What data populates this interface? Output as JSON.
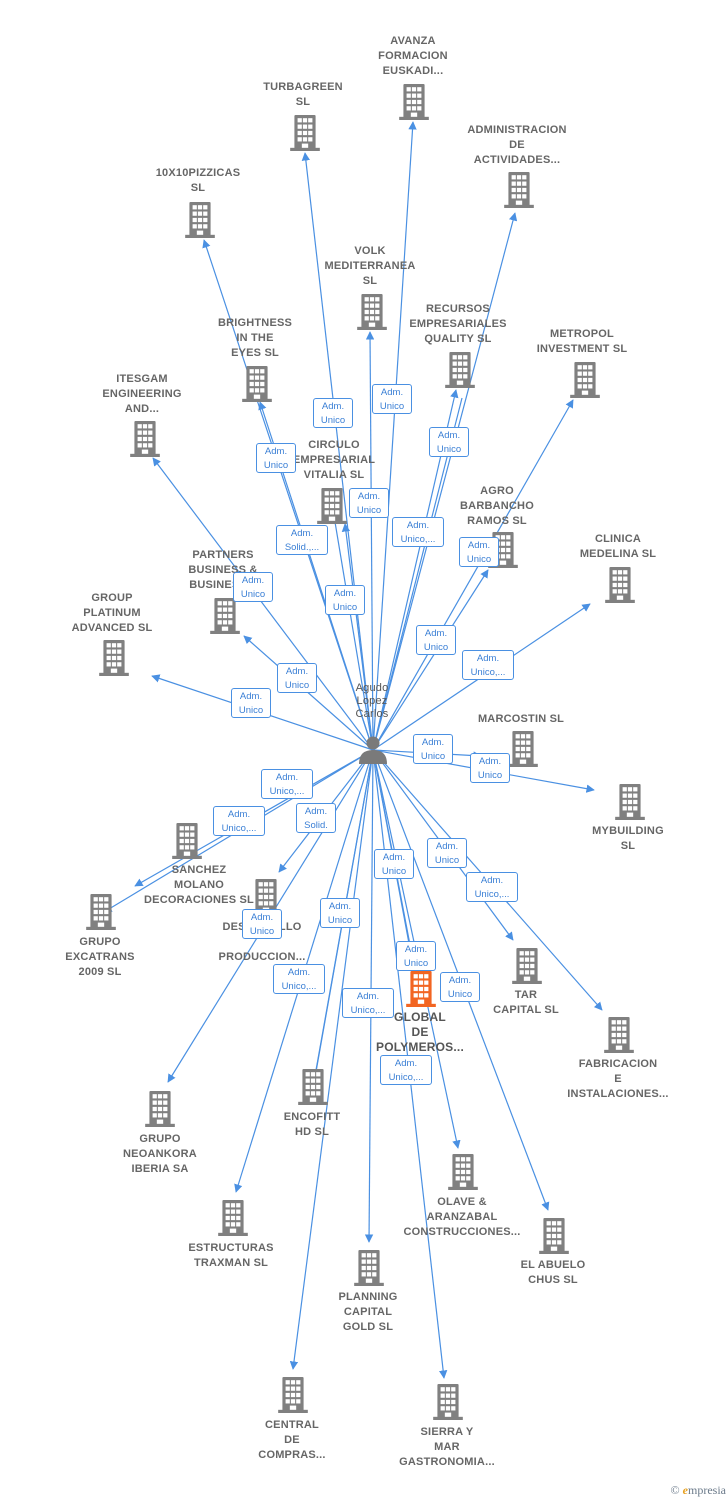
{
  "colors": {
    "edge": "#4a90e2",
    "building": "#808080",
    "focus_building": "#f26522",
    "person": "#7a7a7a"
  },
  "center": {
    "name_lines": [
      "Agudo",
      "Lopez",
      "Carlos"
    ],
    "icon": "person-icon"
  },
  "nodes": [
    {
      "id": "avanza",
      "lines": [
        "AVANZA",
        "FORMACION",
        "EUSKADI..."
      ]
    },
    {
      "id": "turbagreen",
      "lines": [
        "TURBAGREEN",
        "SL"
      ]
    },
    {
      "id": "administracion",
      "lines": [
        "ADMINISTRACION",
        "DE",
        "ACTIVIDADES..."
      ]
    },
    {
      "id": "10x10",
      "lines": [
        "10X10PIZZICAS",
        "SL"
      ]
    },
    {
      "id": "volk",
      "lines": [
        "VOLK",
        "MEDITERRANEA",
        "SL"
      ]
    },
    {
      "id": "recursos",
      "lines": [
        "RECURSOS",
        "EMPRESARIALES",
        "QUALITY  SL"
      ]
    },
    {
      "id": "brightness",
      "lines": [
        "BRIGHTNESS",
        "IN THE",
        "EYES  SL"
      ]
    },
    {
      "id": "metropol",
      "lines": [
        "METROPOL",
        "INVESTMENT SL"
      ]
    },
    {
      "id": "itesgam",
      "lines": [
        "ITESGAM",
        "ENGINEERING",
        "AND..."
      ]
    },
    {
      "id": "circulo",
      "lines": [
        "CIRCULO",
        "EMPRESARIAL",
        "VITALIA  SL"
      ]
    },
    {
      "id": "agro",
      "lines": [
        "AGRO",
        "BARBANCHO",
        "RAMOS  SL"
      ]
    },
    {
      "id": "clinica",
      "lines": [
        "CLINICA",
        "MEDELINA  SL"
      ]
    },
    {
      "id": "partners",
      "lines": [
        "PARTNERS",
        "BUSINESS &",
        "BUSINESS..."
      ]
    },
    {
      "id": "group_platinum",
      "lines": [
        "GROUP",
        "PLATINUM",
        "ADVANCED  SL"
      ]
    },
    {
      "id": "marcostin",
      "lines": [
        "MARCOSTIN SL"
      ]
    },
    {
      "id": "mybuilding",
      "lines": [
        "MYBUILDING",
        "SL"
      ]
    },
    {
      "id": "sanchez",
      "lines": [
        "SANCHEZ",
        "MOLANO",
        "DECORACIONES SL"
      ]
    },
    {
      "id": "excatrans",
      "lines": [
        "GRUPO",
        "EXCATRANS",
        "2009  SL"
      ]
    },
    {
      "id": "desarrollo",
      "lines": [
        "DESARROLLO",
        "",
        "PRODUCCION..."
      ]
    },
    {
      "id": "tar",
      "lines": [
        "TAR",
        "CAPITAL  SL"
      ]
    },
    {
      "id": "global",
      "lines": [
        "GLOBAL",
        "DE",
        "POLYMEROS..."
      ]
    },
    {
      "id": "fabricacion",
      "lines": [
        "FABRICACION",
        "E",
        "INSTALACIONES..."
      ]
    },
    {
      "id": "neoankora",
      "lines": [
        "GRUPO",
        "NEOANKORA",
        "IBERIA SA"
      ]
    },
    {
      "id": "encofitt",
      "lines": [
        "ENCOFITT",
        "HD  SL"
      ]
    },
    {
      "id": "olave",
      "lines": [
        "OLAVE &",
        "ARANZABAL",
        "CONSTRUCCIONES..."
      ]
    },
    {
      "id": "abuelo",
      "lines": [
        "EL ABUELO",
        "CHUS  SL"
      ]
    },
    {
      "id": "estructuras",
      "lines": [
        "ESTRUCTURAS",
        "TRAXMAN  SL"
      ]
    },
    {
      "id": "planning",
      "lines": [
        "PLANNING",
        "CAPITAL",
        "GOLD  SL"
      ]
    },
    {
      "id": "central",
      "lines": [
        "CENTRAL",
        "DE",
        "COMPRAS..."
      ]
    },
    {
      "id": "sierra",
      "lines": [
        "SIERRA Y",
        "MAR",
        "GASTRONOMIA..."
      ]
    }
  ],
  "relation_labels": [
    {
      "lines": [
        "Adm.",
        "Unico"
      ]
    },
    {
      "lines": [
        "Adm.",
        "Unico"
      ]
    },
    {
      "lines": [
        "Adm.",
        "Unico"
      ]
    },
    {
      "lines": [
        "Adm.",
        "Unico"
      ]
    },
    {
      "lines": [
        "Adm.",
        "Unico"
      ]
    },
    {
      "lines": [
        "Adm.",
        "Unico"
      ]
    },
    {
      "lines": [
        "Adm.",
        "Unico,..."
      ]
    },
    {
      "lines": [
        "Adm.",
        "Solid.,..."
      ]
    },
    {
      "lines": [
        "Adm.",
        "Unico"
      ]
    },
    {
      "lines": [
        "Adm.",
        "Unico"
      ]
    },
    {
      "lines": [
        "Adm.",
        "Unico"
      ]
    },
    {
      "lines": [
        "Adm.",
        "Unico"
      ]
    },
    {
      "lines": [
        "Adm.",
        "Unico,..."
      ]
    },
    {
      "lines": [
        "Adm.",
        "Unico"
      ]
    },
    {
      "lines": [
        "Adm.",
        "Unico"
      ]
    },
    {
      "lines": [
        "Adm.",
        "Unico"
      ]
    },
    {
      "lines": [
        "Adm.",
        "Unico"
      ]
    },
    {
      "lines": [
        "Adm.",
        "Unico,..."
      ]
    },
    {
      "lines": [
        "Adm.",
        "Unico,..."
      ]
    },
    {
      "lines": [
        "Adm.",
        "Solid."
      ]
    },
    {
      "lines": [
        "Adm.",
        "Unico"
      ]
    },
    {
      "lines": [
        "Adm.",
        "Unico"
      ]
    },
    {
      "lines": [
        "Adm.",
        "Unico,..."
      ]
    },
    {
      "lines": [
        "Adm.",
        "Unico"
      ]
    },
    {
      "lines": [
        "Adm.",
        "Unico"
      ]
    },
    {
      "lines": [
        "Adm.",
        "Unico,..."
      ]
    },
    {
      "lines": [
        "Adm.",
        "Unico,..."
      ]
    },
    {
      "lines": [
        "Adm.",
        "Unico"
      ]
    },
    {
      "lines": [
        "Adm.",
        "Unico"
      ]
    },
    {
      "lines": [
        "Adm.",
        "Unico,..."
      ]
    }
  ],
  "footer": {
    "copyright": "©",
    "brand_e": "e",
    "brand_rest": "mpresia"
  }
}
